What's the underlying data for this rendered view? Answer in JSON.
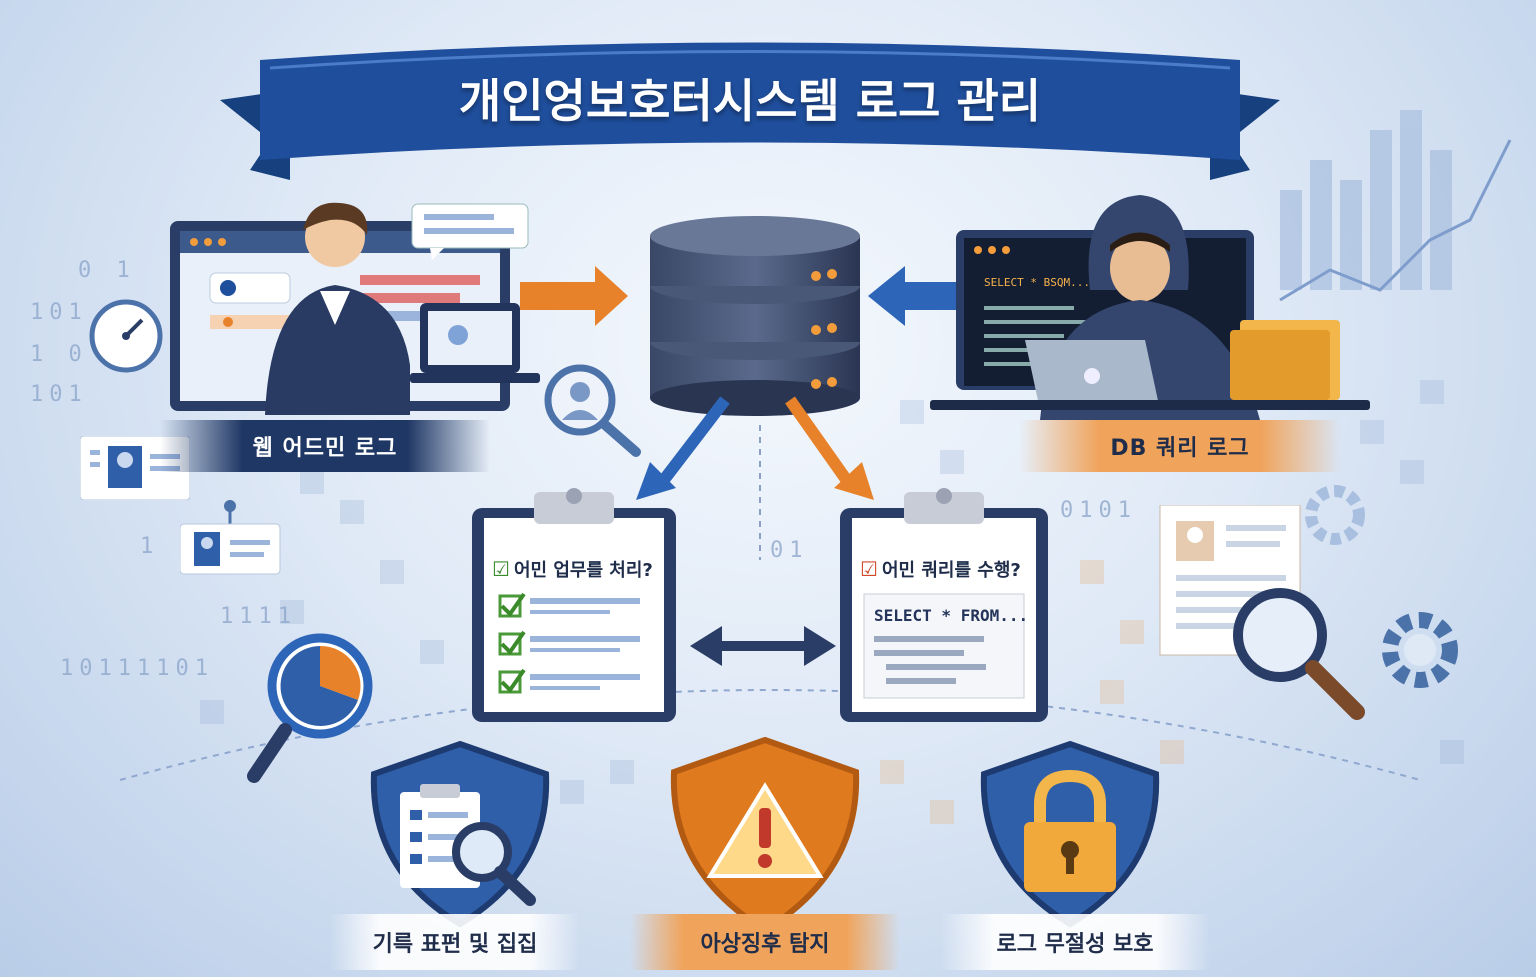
{
  "title": "개인엉보호터시스템 로그 관리",
  "left_section": {
    "label": "웹 어드민 로그",
    "icon": "admin-user-icon"
  },
  "right_section": {
    "label": "DB 쿼리 로그",
    "icon": "hooded-user-icon",
    "terminal_text": "SELECT * BSQM..."
  },
  "left_clipboard": {
    "heading": "어민 업무를 처리?",
    "icon": "checklist-icon"
  },
  "right_clipboard": {
    "heading": "어민 쿼리를 수행?",
    "query": "SELECT * FROM..."
  },
  "shields": [
    {
      "label": "기륵 표펀 및 집집",
      "icon": "audit-magnifier-icon",
      "color": "#2f5fa8"
    },
    {
      "label": "아상징후 탐지",
      "icon": "warning-icon",
      "color": "#e07a1f"
    },
    {
      "label": "로그 무절성 보호",
      "icon": "lock-icon",
      "color": "#2f5fa8"
    }
  ],
  "binary_text": [
    "0 1",
    "101",
    "1 0",
    "101",
    "1",
    "1111",
    "10111101",
    "01",
    "0101"
  ],
  "colors": {
    "banner": "#1f4e9c",
    "navy": "#24345a",
    "orange": "#e8822a",
    "blue": "#2d65b8"
  }
}
